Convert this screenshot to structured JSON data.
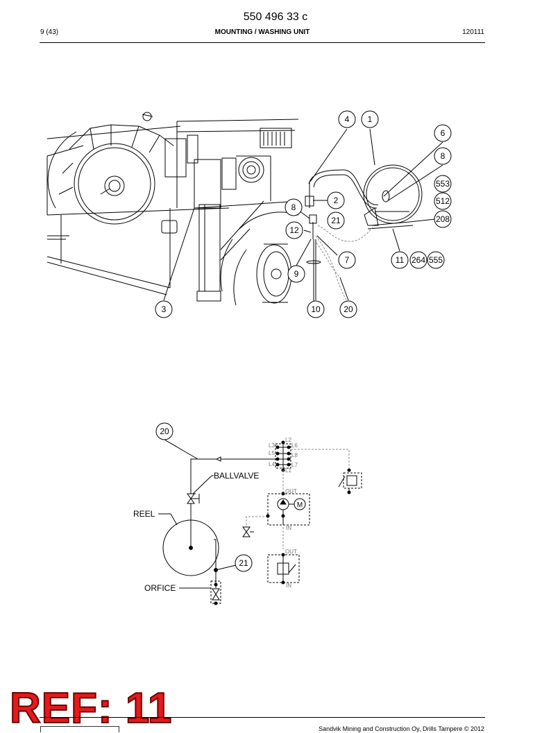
{
  "header": {
    "doc_number": "550 496 33 c",
    "page": "9 (43)",
    "section": "MOUNTING / WASHING UNIT",
    "date_code": "120111"
  },
  "upper_callouts": {
    "c4": "4",
    "c1": "1",
    "c6": "6",
    "c8a": "8",
    "c553": "553",
    "c512": "512",
    "c208": "208",
    "c2": "2",
    "c8b": "8",
    "c21": "21",
    "c12": "12",
    "c7": "7",
    "c11": "11",
    "c264": "264",
    "c555": "555",
    "c9": "9",
    "c3": "3",
    "c10": "10",
    "c20": "20"
  },
  "schematic": {
    "c20": "20",
    "c21": "21",
    "ballvalve": "BALLVALVE",
    "reel": "REEL",
    "orfice": "ORFICE",
    "ports": {
      "l2": "L2",
      "l3": "L3",
      "l6": "L6",
      "l5": "L5",
      "l8": "L8",
      "l4": "L4",
      "l7": "L7",
      "l1": "L1"
    },
    "out_1": "OUT",
    "in_1": "IN",
    "out_2": "OUT",
    "in_2": "IN",
    "motor": "M"
  },
  "stamp": {
    "text": "REF: 11"
  },
  "footer": {
    "copyright": "Sandvik Mining and Construction Oy, Drills Tampere © 2012"
  },
  "colors": {
    "stamp_red": "#e31b1b",
    "line": "#000000",
    "dash": "#8a8a8a"
  }
}
